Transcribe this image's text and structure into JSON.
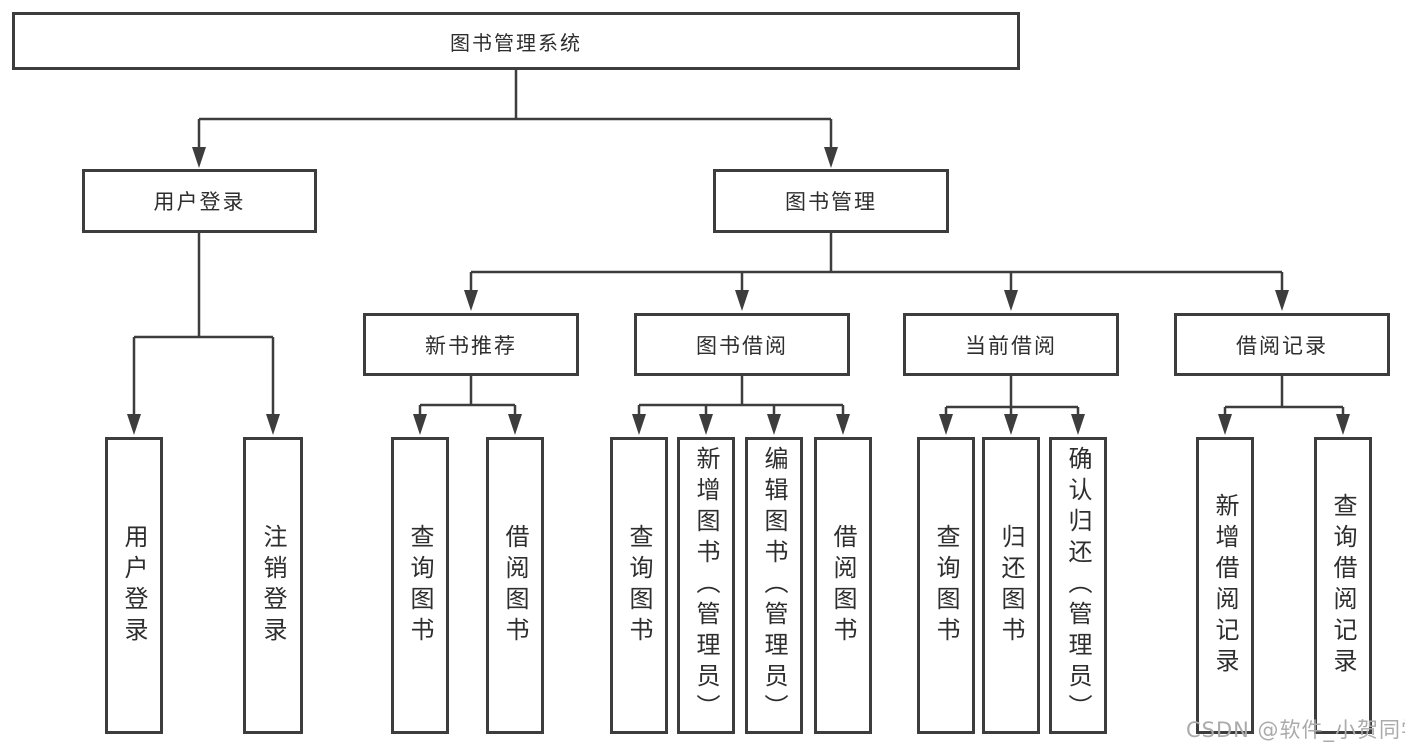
{
  "diagram_title": "图书管理系统",
  "tree": {
    "label": "图书管理系统",
    "children": [
      {
        "label": "用户登录",
        "children": [
          {
            "label": "用户登录"
          },
          {
            "label": "注销登录"
          }
        ]
      },
      {
        "label": "图书管理",
        "children": [
          {
            "label": "新书推荐",
            "children": [
              {
                "label": "查询图书"
              },
              {
                "label": "借阅图书"
              }
            ]
          },
          {
            "label": "图书借阅",
            "children": [
              {
                "label": "查询图书"
              },
              {
                "label": "新增图书（管理员）"
              },
              {
                "label": "编辑图书（管理员）"
              },
              {
                "label": "借阅图书"
              }
            ]
          },
          {
            "label": "当前借阅",
            "children": [
              {
                "label": "查询图书"
              },
              {
                "label": "归还图书"
              },
              {
                "label": "确认归还（管理员）"
              }
            ]
          },
          {
            "label": "借阅记录",
            "children": [
              {
                "label": "新增借阅记录"
              },
              {
                "label": "查询借阅记录"
              }
            ]
          }
        ]
      }
    ]
  },
  "watermark": {
    "text": "CSDN @软件_小贺同学"
  },
  "style": {
    "line_color": "#3d3d3d",
    "box_fill": "#ffffff",
    "text_color": "#2e2e2e",
    "watermark_color": "#ababab"
  }
}
